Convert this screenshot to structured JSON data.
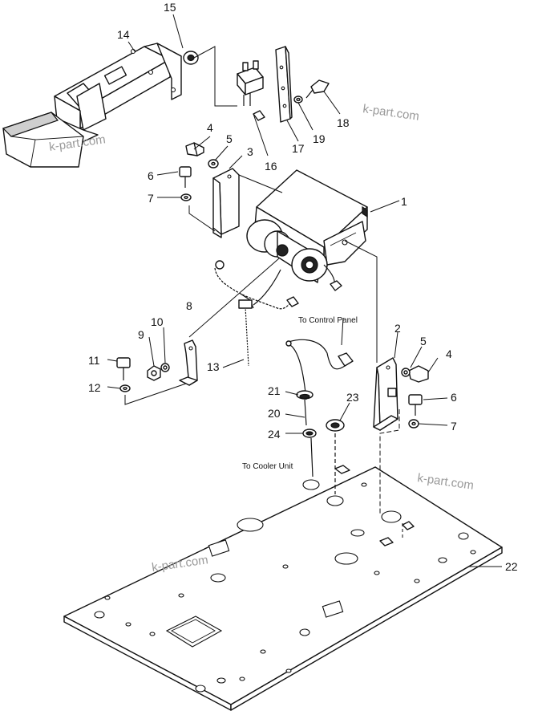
{
  "callouts": {
    "c1": "1",
    "c2": "2",
    "c3": "3",
    "c4a": "4",
    "c4b": "4",
    "c5a": "5",
    "c5b": "5",
    "c6a": "6",
    "c6b": "6",
    "c7a": "7",
    "c7b": "7",
    "c8": "8",
    "c9": "9",
    "c10": "10",
    "c11": "11",
    "c12": "12",
    "c13": "13",
    "c14": "14",
    "c15": "15",
    "c16": "16",
    "c17": "17",
    "c18": "18",
    "c19": "19",
    "c20": "20",
    "c21": "21",
    "c22": "22",
    "c23": "23",
    "c24": "24"
  },
  "notes": {
    "to_control_panel": "To Control Panel",
    "to_cooler_unit": "To Cooler Unit"
  },
  "watermark": "k-part.com"
}
